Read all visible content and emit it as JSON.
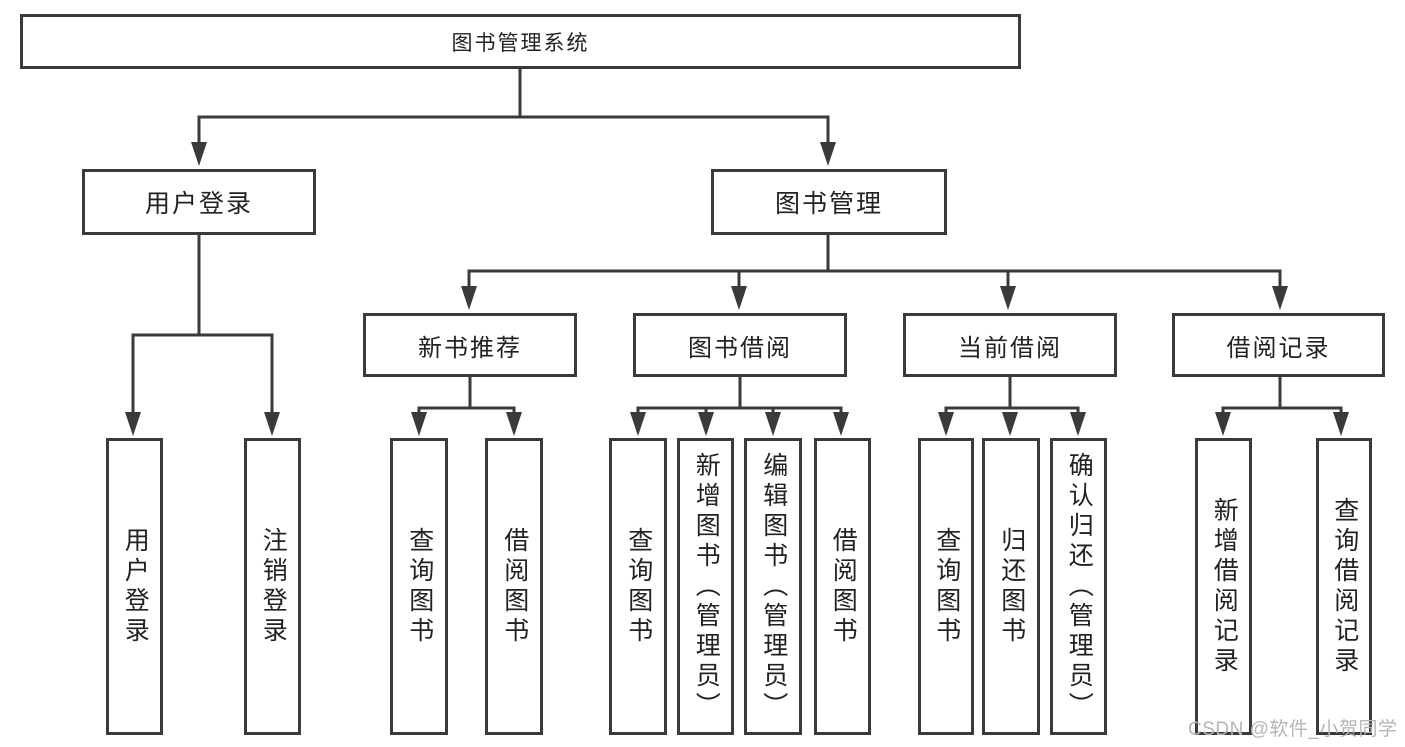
{
  "diagram": {
    "root": {
      "label": "图书管理系统"
    },
    "user_login": {
      "label": "用户登录",
      "children": [
        {
          "label": "用户登录"
        },
        {
          "label": "注销登录"
        }
      ]
    },
    "book_mgmt": {
      "label": "图书管理",
      "sections": [
        {
          "label": "新书推荐",
          "children": [
            {
              "label": "查询图书"
            },
            {
              "label": "借阅图书"
            }
          ]
        },
        {
          "label": "图书借阅",
          "children": [
            {
              "label": "查询图书"
            },
            {
              "label": "新增图书（管理员）"
            },
            {
              "label": "编辑图书（管理员）"
            },
            {
              "label": "借阅图书"
            }
          ]
        },
        {
          "label": "当前借阅",
          "children": [
            {
              "label": "查询图书"
            },
            {
              "label": "归还图书"
            },
            {
              "label": "确认归还（管理员）"
            }
          ]
        },
        {
          "label": "借阅记录",
          "children": [
            {
              "label": "新增借阅记录"
            },
            {
              "label": "查询借阅记录"
            }
          ]
        }
      ]
    }
  },
  "watermark": {
    "text": "CSDN @软件_小贺同学"
  },
  "colors": {
    "line": "#3a3a3a",
    "box_border": "#3a3a3a",
    "text": "#222222",
    "watermark": "#b5b5b5",
    "background": "#ffffff"
  }
}
